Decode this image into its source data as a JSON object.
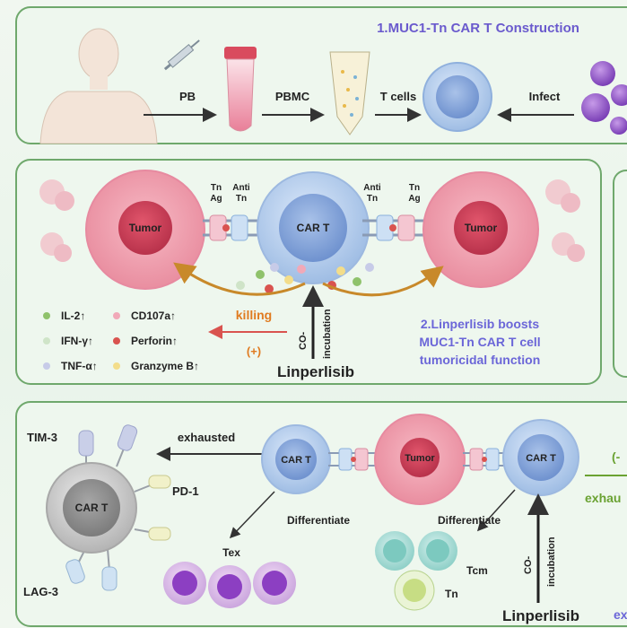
{
  "panel1": {
    "title": "1.MUC1-Tn CAR T Construction",
    "pb": "PB",
    "pbmc": "PBMC",
    "tcells": "T cells",
    "infect": "Infect"
  },
  "panel2": {
    "tumor_left": "Tumor",
    "tumor_right": "Tumor",
    "cart": "CAR T",
    "tn_ag_left": [
      "Tn",
      "Ag"
    ],
    "anti_tn_left": [
      "Anti",
      "Tn"
    ],
    "anti_tn_right": [
      "Anti",
      "Tn"
    ],
    "tn_ag_right": [
      "Tn",
      "Ag"
    ],
    "cytokines": [
      "IL-2↑",
      "CD107a↑",
      "IFN-γ↑",
      "Perforin↑",
      "TNF-α↑",
      "Granzyme B↑"
    ],
    "cytokine_colors": [
      "#8fc26b",
      "#f1a9b8",
      "#cfe4c8",
      "#d9534f",
      "#c7cbe8",
      "#f3dd8a"
    ],
    "killing": "killing",
    "plus": "(+)",
    "coincubation": [
      "CO-",
      "incubation"
    ],
    "drug": "Linperlisib",
    "caption": [
      "2.Linperlisib boosts",
      "MUC1-Tn CAR T cell",
      "tumoricidal function"
    ]
  },
  "panel3": {
    "tim3": "TIM-3",
    "pd1": "PD-1",
    "lag3": "LAG-3",
    "cart_big": "CAR T",
    "exhausted": "exhausted",
    "cart_mid": "CAR T",
    "tumor": "Tumor",
    "cart_right": "CAR T",
    "differentiate_left": "Differentiate",
    "differentiate_right": "Differentiate",
    "tex": "Tex",
    "tcm": "Tcm",
    "tn": "Tn",
    "coincubation": [
      "CO-",
      "incubation"
    ],
    "drug": "Linperlisib",
    "edge_plus": "(-",
    "edge_exhau": "exhau",
    "edge_ex": "ex"
  }
}
